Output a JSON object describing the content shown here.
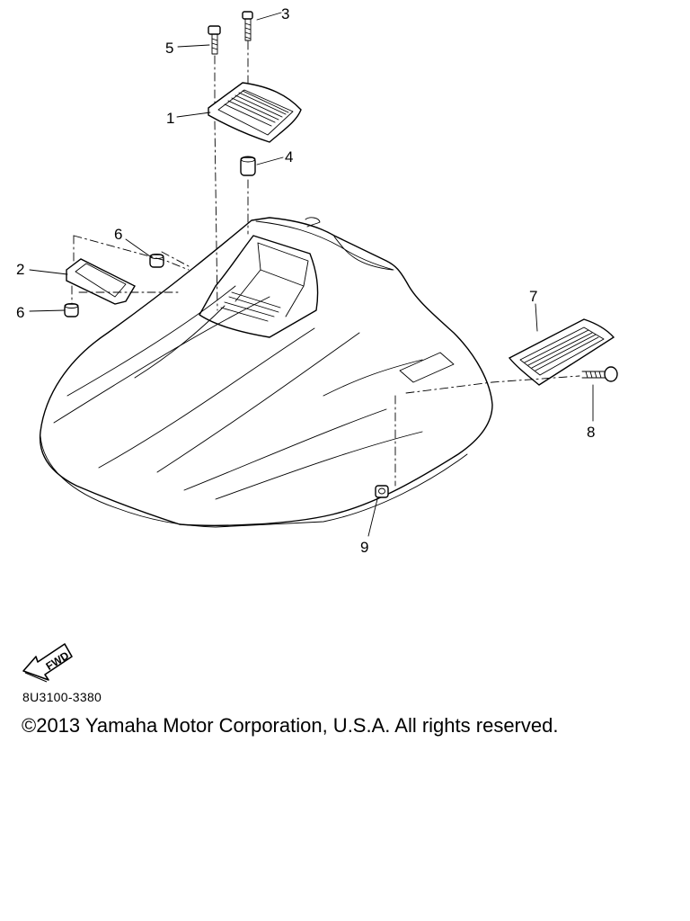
{
  "diagram": {
    "callouts": {
      "c1": "1",
      "c2": "2",
      "c3": "3",
      "c4": "4",
      "c5": "5",
      "c6a": "6",
      "c6b": "6",
      "c7": "7",
      "c8": "8",
      "c9": "9"
    },
    "fwd_label": "FWD",
    "diagram_code": "8U3100-3380"
  },
  "footer": {
    "copyright": "©2013 Yamaha Motor Corporation, U.S.A. All rights reserved."
  }
}
